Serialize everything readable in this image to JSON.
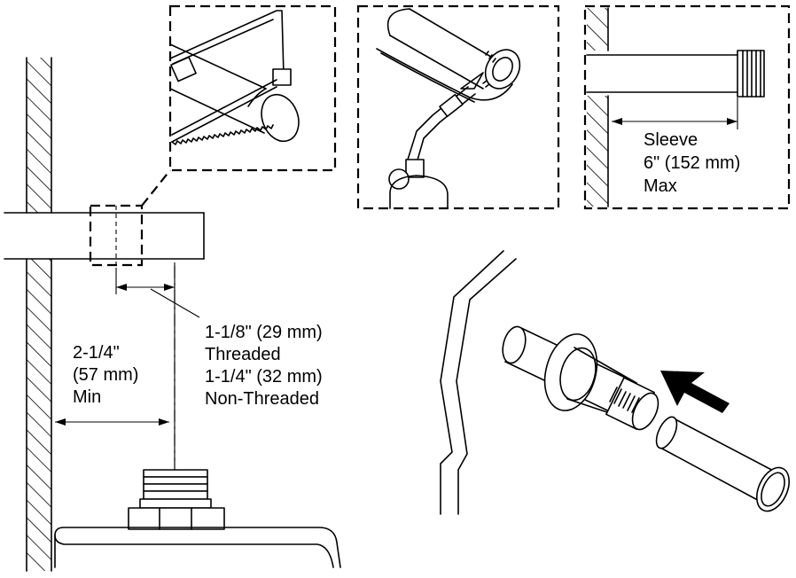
{
  "labels": {
    "clearance_fraction": "2-1/4\"",
    "clearance_metric": "(57 mm)",
    "clearance_qualifier": "Min",
    "threaded_size": "1-1/8\" (29 mm)",
    "threaded_word": "Threaded",
    "nonthreaded_size": "1-1/4\" (32 mm)",
    "nonthreaded_word": "Non-Threaded",
    "sleeve_word": "Sleeve",
    "sleeve_length": "6\" (152 mm)",
    "sleeve_qualifier": "Max"
  },
  "icons": [
    "hacksaw-icon",
    "torch-icon",
    "pipe-sleeve-icon",
    "escutcheon-icon",
    "arrow-icon"
  ]
}
